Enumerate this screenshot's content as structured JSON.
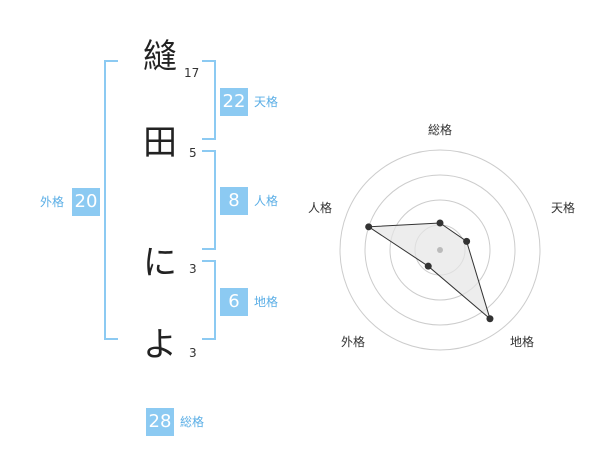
{
  "name": {
    "chars": [
      {
        "char": "縫",
        "strokes": "17"
      },
      {
        "char": "田",
        "strokes": "5"
      },
      {
        "char": "に",
        "strokes": "3"
      },
      {
        "char": "よ",
        "strokes": "3"
      }
    ]
  },
  "kaku": {
    "tenkaku": {
      "value": "22",
      "label": "天格"
    },
    "jinkaku": {
      "value": "8",
      "label": "人格"
    },
    "chikaku": {
      "value": "6",
      "label": "地格"
    },
    "gaikaku": {
      "value": "20",
      "label": "外格"
    },
    "soukaku": {
      "value": "28",
      "label": "総格"
    }
  },
  "radar": {
    "labels": {
      "top": "総格",
      "right": "天格",
      "bottom_right": "地格",
      "bottom_left": "外格",
      "left": "人格"
    },
    "levels": 4,
    "values": {
      "soukaku": 0.27,
      "tenkaku": 0.28,
      "chikaku": 0.85,
      "gaikaku": 0.2,
      "jinkaku": 0.75
    },
    "colors": {
      "ring": "#cccccc",
      "fill": "#e6e6e6",
      "line": "#333333",
      "point": "#333333",
      "center": "#bbbbbb"
    }
  },
  "colors": {
    "accent": "#8ccaf2",
    "label_text": "#5aaee6"
  }
}
